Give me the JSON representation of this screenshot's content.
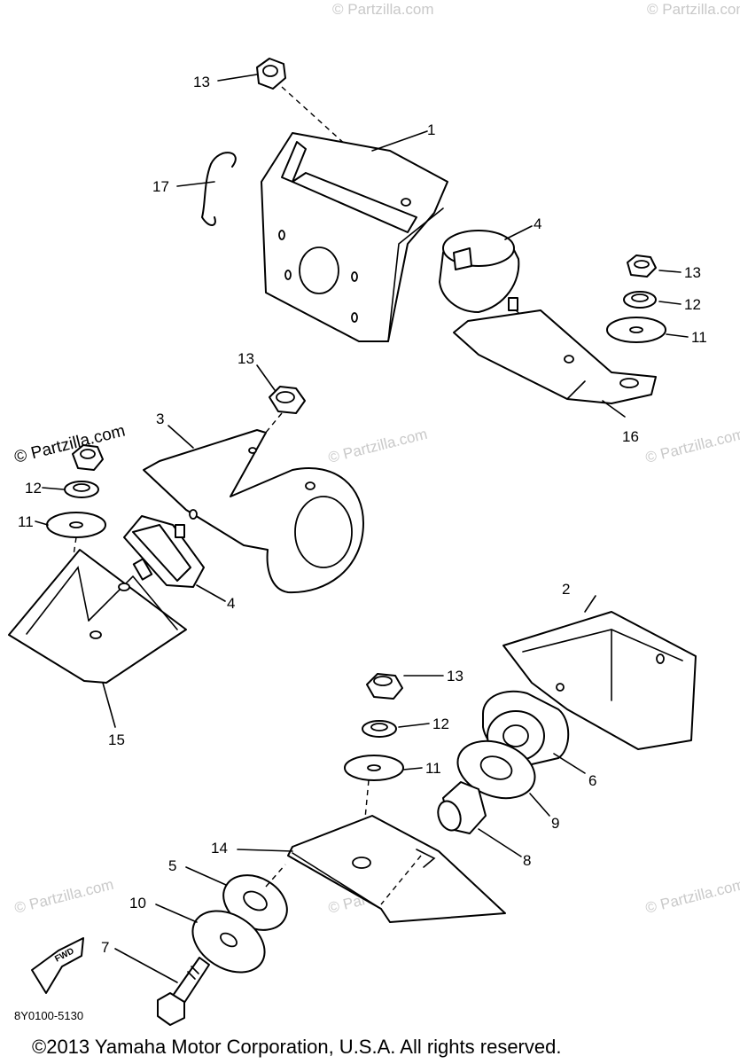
{
  "watermark": "© Partzilla.com",
  "diagram_code": "8Y0100-5130",
  "fwd_label": "FWD",
  "copyright": "©2013 Yamaha Motor Corporation, U.S.A. All rights reserved.",
  "callouts": {
    "c1": "1",
    "c2": "2",
    "c3": "3",
    "c4a": "4",
    "c4b": "4",
    "c5": "5",
    "c6": "6",
    "c7": "7",
    "c8": "8",
    "c9": "9",
    "c10": "10",
    "c11a": "11",
    "c11b": "11",
    "c11c": "11",
    "c12a": "12",
    "c12b": "12",
    "c12c": "12",
    "c13a": "13",
    "c13b": "13",
    "c13c": "13",
    "c13d": "13",
    "c14": "14",
    "c15": "15",
    "c16": "16",
    "c17": "17"
  }
}
